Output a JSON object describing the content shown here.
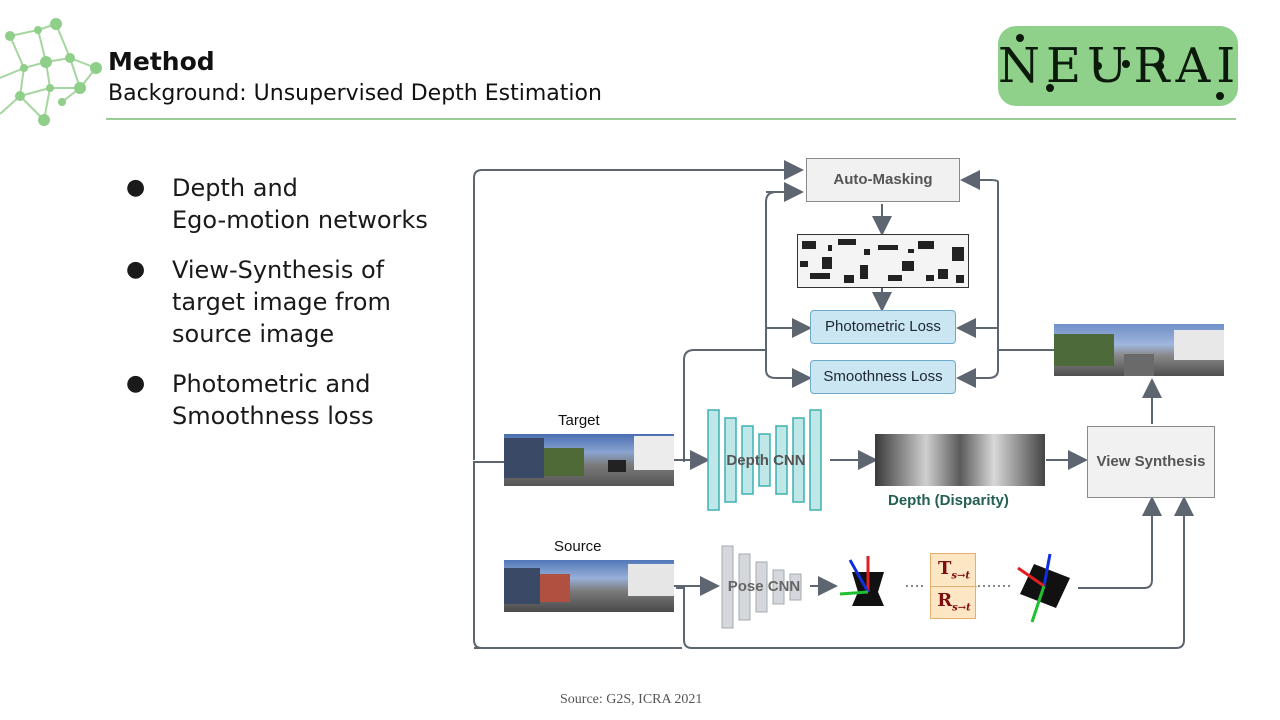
{
  "header": {
    "title": "Method",
    "subtitle": "Background: Unsupervised Depth Estimation"
  },
  "logo": {
    "text": "NEURAI",
    "color": "#8fd08a"
  },
  "bullets": [
    {
      "text": "Depth and\nEgo-motion networks"
    },
    {
      "text": "View-Synthesis of\ntarget image from\nsource image"
    },
    {
      "text": "Photometric and\nSmoothness loss"
    }
  ],
  "diagram": {
    "auto_masking": "Auto-Masking",
    "photometric_loss": "Photometric Loss",
    "smoothness_loss": "Smoothness Loss",
    "target_label": "Target",
    "source_label": "Source",
    "depth_cnn": "Depth CNN",
    "pose_cnn": "Pose CNN",
    "depth_caption": "Depth (Disparity)",
    "view_synthesis": "View Synthesis",
    "translation_symbol": "T",
    "translation_sub": "s→t",
    "rotation_symbol": "R",
    "rotation_sub": "s→t",
    "colors": {
      "depth_cnn": "#8fd3d3",
      "pose_cnn": "#c9ccd0",
      "loss_box": "#cbe6f3",
      "arrow": "#5d6670"
    }
  },
  "footer": {
    "source": "Source: G2S, ICRA 2021"
  }
}
